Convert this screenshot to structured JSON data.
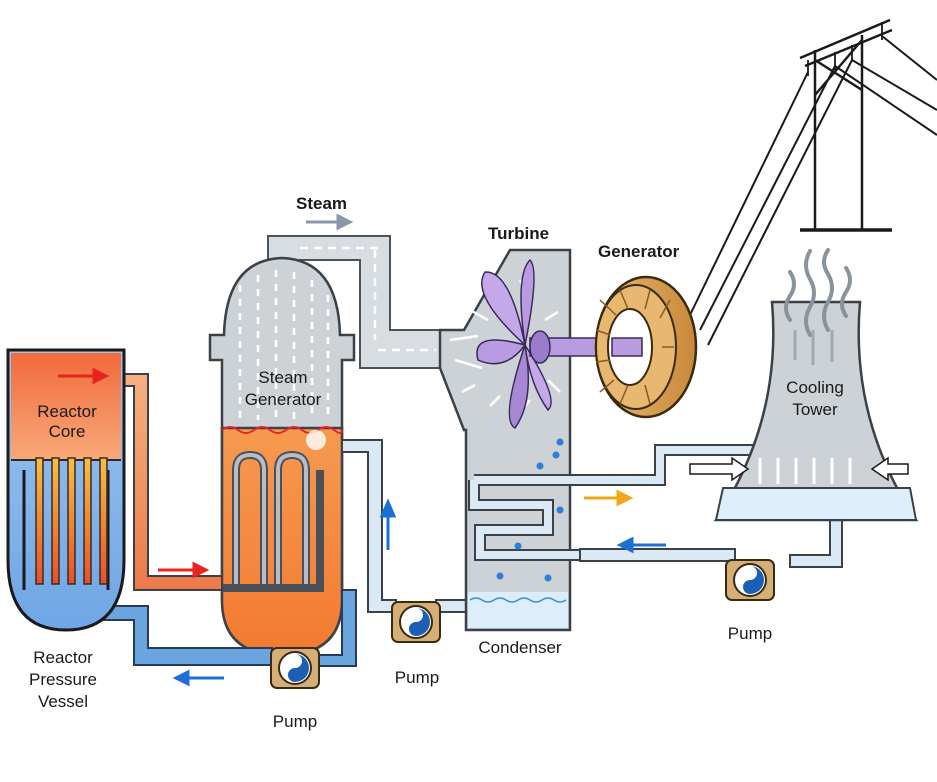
{
  "labels": {
    "steam": "Steam",
    "turbine": "Turbine",
    "generator": "Generator",
    "steam_generator_1": "Steam",
    "steam_generator_2": "Generator",
    "reactor_core_1": "Reactor",
    "reactor_core_2": "Core",
    "reactor_vessel_1": "Reactor",
    "reactor_vessel_2": "Pressure",
    "reactor_vessel_3": "Vessel",
    "cooling_tower_1": "Cooling",
    "cooling_tower_2": "Tower",
    "condenser": "Condenser",
    "pump_1": "Pump",
    "pump_2": "Pump",
    "pump_3": "Pump"
  },
  "colors": {
    "reactor_core": "#f07848",
    "reactor_water": "#7fb2e8",
    "primary_hot_pipe": "#f08a55",
    "primary_cold_pipe": "#6aa5e0",
    "steam_pipe": "#d8dde2",
    "secondary_water_pipe": "#dbe9f5",
    "equipment_gray": "#cdd2d7",
    "turbine_blade": "#b89be0",
    "generator_copper": "#d49a4a",
    "arrow_red": "#e8251c",
    "arrow_blue": "#1c6fd4",
    "arrow_yellow": "#f0a818",
    "arrow_gray": "#8a98a6"
  },
  "icons": [
    "red-flow-arrow",
    "blue-flow-arrow",
    "yellow-flow-arrow",
    "gray-flow-arrow",
    "pump-icon",
    "power-line-tower-icon",
    "water-drop-icon"
  ]
}
